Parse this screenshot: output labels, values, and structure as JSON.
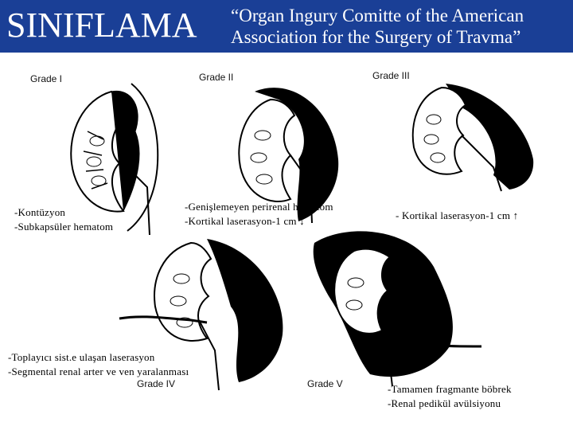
{
  "header": {
    "title": "SINIFLAMA",
    "subtitle_line1": "“Organ Ingury Comitte of the American",
    "subtitle_line2": "Association for the Surgery of Travma”",
    "background": "#1a3f96"
  },
  "grades": [
    {
      "label": "Grade I",
      "desc": [
        "-Kontüzyon",
        "-Subkapsüler hematom"
      ]
    },
    {
      "label": "Grade II",
      "desc": [
        "-Genişlemeyen perirenal hemotom",
        "-Kortikal laserasyon-1 cm ↓"
      ]
    },
    {
      "label": "Grade III",
      "desc": [
        "- Kortikal laserasyon-1 cm ↑"
      ]
    },
    {
      "label": "Grade IV",
      "desc": [
        "-Toplayıcı sist.e ulaşan laserasyon",
        "-Segmental renal arter ve ven yaralanması"
      ]
    },
    {
      "label": "Grade V",
      "desc": [
        "-Tamamen fragmante böbrek",
        "-Renal pedikül avülsiyonu"
      ]
    }
  ]
}
